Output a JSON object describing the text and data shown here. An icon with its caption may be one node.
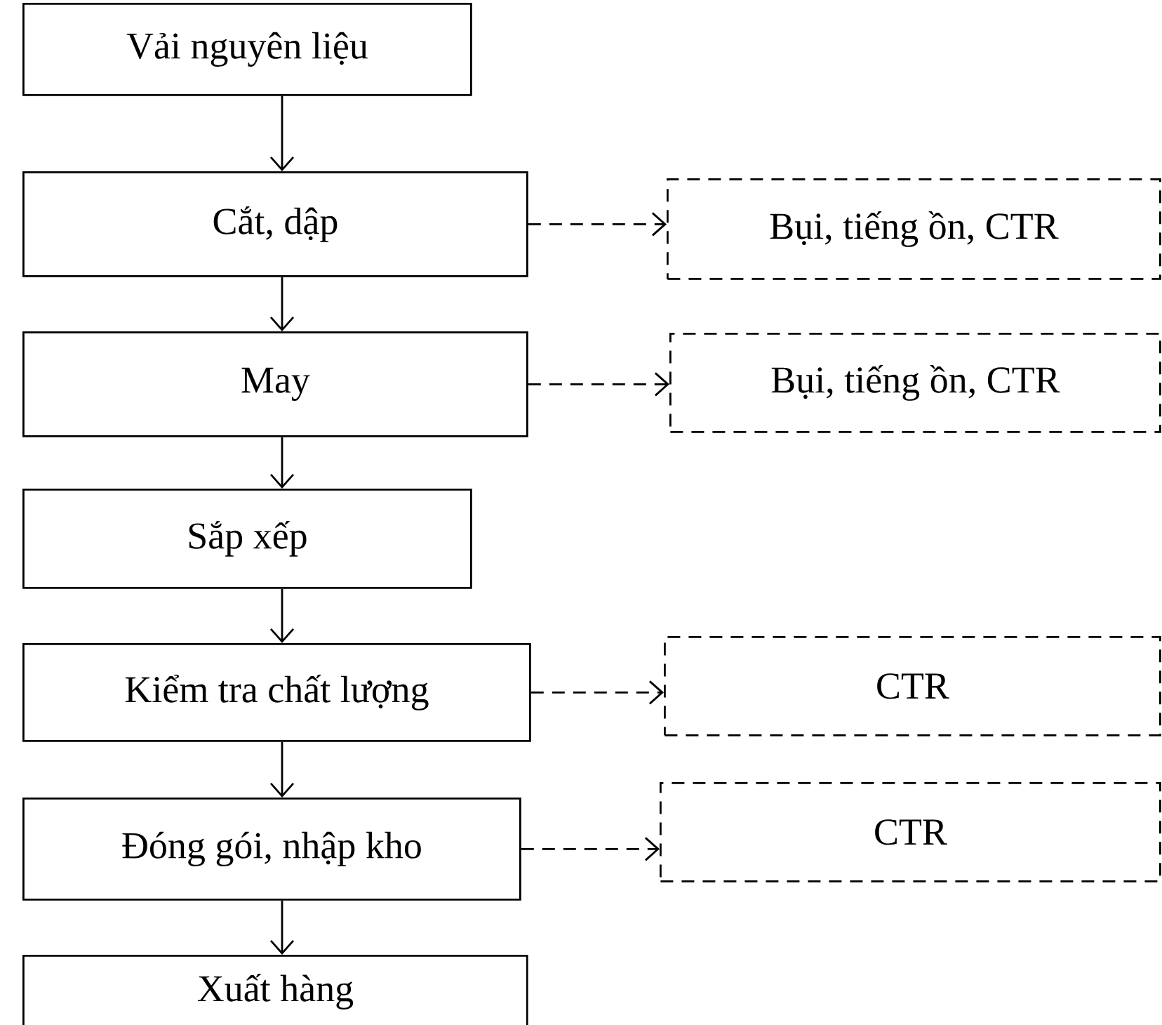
{
  "diagram": {
    "nodes": [
      {
        "text": [
          "Vải nguyên liệu"
        ]
      },
      {
        "text": [
          "Cắt, dập"
        ]
      },
      {
        "text": [
          "May"
        ]
      },
      {
        "text": [
          "Sắp xếp"
        ]
      },
      {
        "text": [
          "Kiểm tra chất lượng"
        ]
      },
      {
        "text": [
          "Đóng gói, nhập kho"
        ]
      },
      {
        "text": [
          "Xuất hàng"
        ]
      },
      {
        "text": [
          "Bụi, tiếng ồn, CTR"
        ]
      },
      {
        "text": [
          "Bụi, tiếng ồn, CTR"
        ]
      },
      {
        "text": [
          "CTR"
        ]
      },
      {
        "text": [
          "CTR"
        ]
      }
    ],
    "edges": [
      {
        "from": 0,
        "to": 1,
        "arrow": "to"
      },
      {
        "from": 1,
        "to": 2,
        "arrow": "to"
      },
      {
        "from": 2,
        "to": 3,
        "arrow": "to"
      },
      {
        "from": 3,
        "to": 4,
        "arrow": "to"
      },
      {
        "from": 4,
        "to": 5,
        "arrow": "to"
      },
      {
        "from": 5,
        "to": 6,
        "arrow": "to"
      },
      {
        "from": 1,
        "to": 7,
        "arrow": "to",
        "style": "dashed"
      },
      {
        "from": 2,
        "to": 8,
        "arrow": "to",
        "style": "dashed"
      },
      {
        "from": 4,
        "to": 9,
        "arrow": "to",
        "style": "dashed"
      },
      {
        "from": 5,
        "to": 10,
        "arrow": "to",
        "style": "dashed"
      }
    ]
  }
}
